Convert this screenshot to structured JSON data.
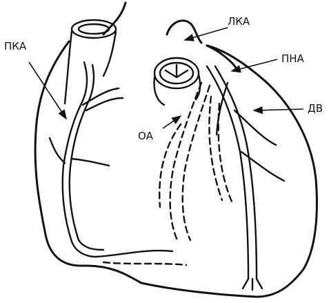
{
  "labels": {
    "pka": "ПКА",
    "lka": "ЛКА",
    "pna": "ПНА",
    "oa": "ОА",
    "dv": "ДВ"
  }
}
